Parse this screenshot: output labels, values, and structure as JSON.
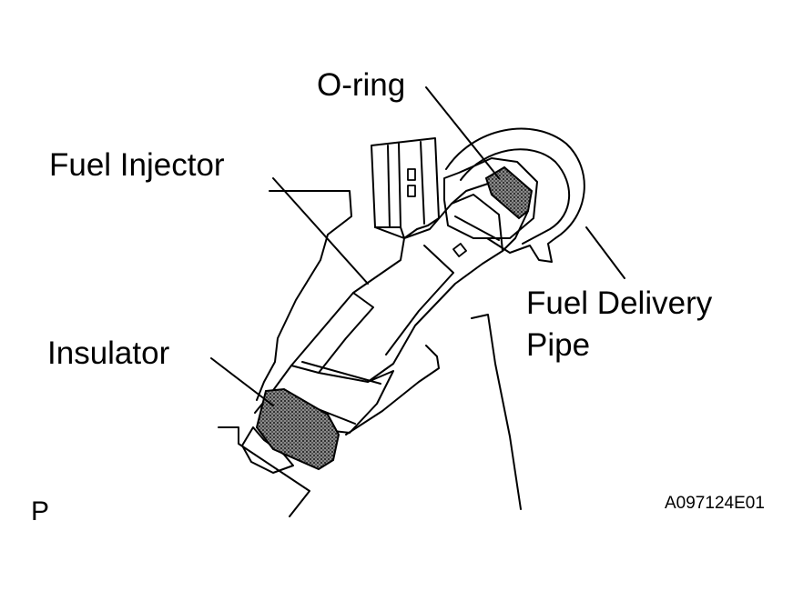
{
  "labels": {
    "o_ring": "O-ring",
    "fuel_injector": "Fuel Injector",
    "fuel_delivery_pipe_line1": "Fuel Delivery",
    "fuel_delivery_pipe_line2": "Pipe",
    "insulator": "Insulator",
    "view_marker": "P",
    "figure_code": "A097124E01"
  },
  "colors": {
    "ink": "#000000",
    "background": "#ffffff",
    "hatch": "#444444"
  }
}
